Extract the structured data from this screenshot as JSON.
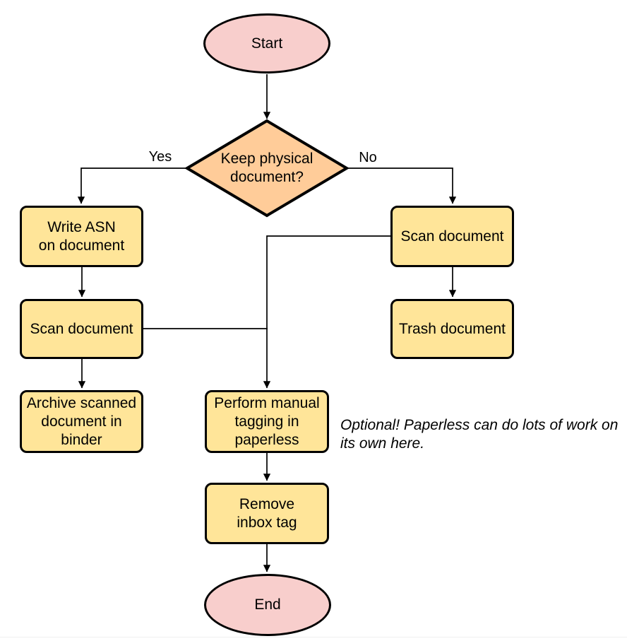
{
  "colors": {
    "canvas-bg": "#ffffff",
    "node-yellow": "#ffe599",
    "decision-orange": "#ffcc99",
    "terminator-pink": "#f8cecc",
    "stroke-black": "#000000"
  },
  "nodes": {
    "start": {
      "lines": [
        "Start"
      ]
    },
    "decision": {
      "lines": [
        "Keep physical",
        "document?"
      ]
    },
    "write_asn": {
      "lines": [
        "Write ASN",
        "on document"
      ]
    },
    "scan_left": {
      "lines": [
        "Scan document"
      ]
    },
    "archive": {
      "lines": [
        "Archive scanned",
        "document in",
        "binder"
      ]
    },
    "scan_right": {
      "lines": [
        "Scan document"
      ]
    },
    "trash": {
      "lines": [
        "Trash document"
      ]
    },
    "perform_tagging": {
      "lines": [
        "Perform manual",
        "tagging in",
        "paperless"
      ]
    },
    "remove_inbox": {
      "lines": [
        "Remove",
        "inbox tag"
      ]
    },
    "end": {
      "lines": [
        "End"
      ]
    }
  },
  "edge_labels": {
    "yes": "Yes",
    "no": "No"
  },
  "annotation": {
    "lines": [
      "Optional! Paperless can do lots of work on",
      "its own here."
    ]
  }
}
